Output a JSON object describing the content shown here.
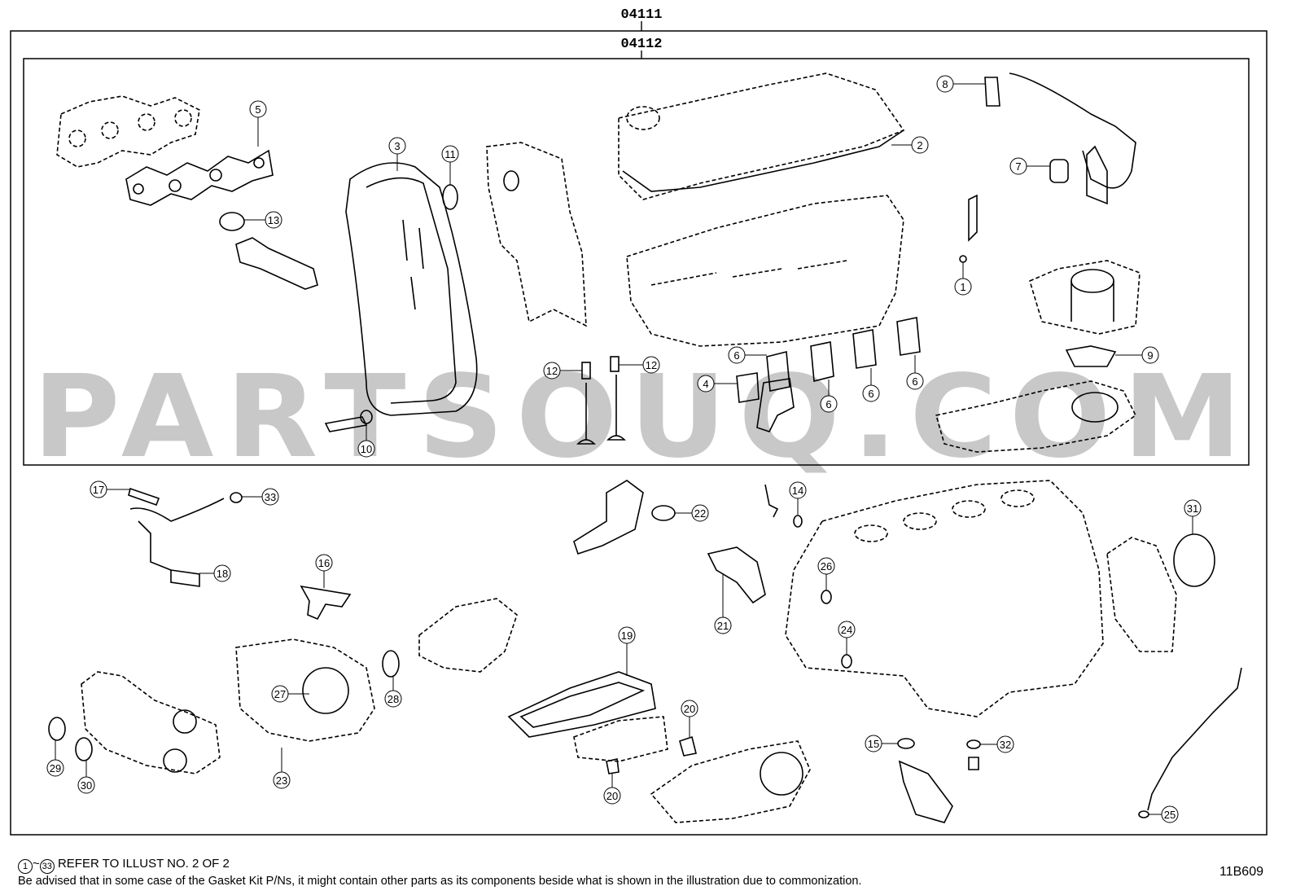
{
  "kit_codes": {
    "outer": "04111",
    "inner": "04112"
  },
  "watermark": "PARTSOUQ.COM",
  "footer": {
    "range_start": "1",
    "range_tilde": "~",
    "range_end": "33",
    "refer_text": "REFER TO ILLUST NO. 2 OF 2",
    "note": "Be advised that in some case of the Gasket Kit P/Ns,  it might contain other parts as its components beside what is shown in the illustration due to commonization."
  },
  "illustration_code": "11B609",
  "callouts": [
    "1",
    "2",
    "3",
    "4",
    "5",
    "6",
    "7",
    "8",
    "9",
    "10",
    "11",
    "12",
    "13",
    "14",
    "15",
    "16",
    "17",
    "18",
    "19",
    "20",
    "21",
    "22",
    "23",
    "24",
    "25",
    "26",
    "27",
    "28",
    "29",
    "30",
    "31",
    "32",
    "33"
  ],
  "colors": {
    "line": "#000000",
    "watermark": "#c8c8c8",
    "background": "#ffffff"
  }
}
